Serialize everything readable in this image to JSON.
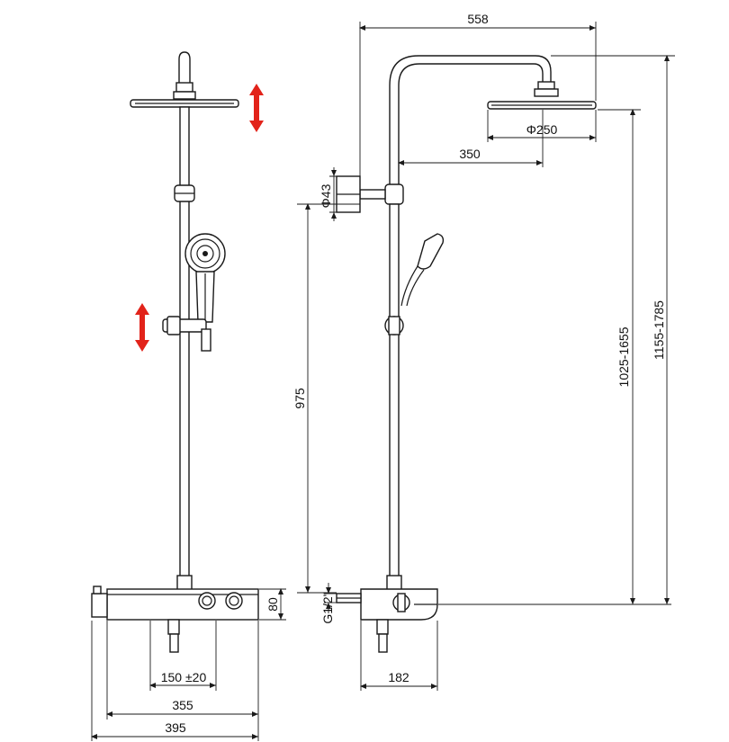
{
  "dimensions": {
    "width_total": "558",
    "arm_projection": "350",
    "head_diameter": "Φ250",
    "wall_connector_diameter": "Φ43",
    "slide_height": "975",
    "outlet_height_range": "1025-1655",
    "total_height_range": "1155-1785",
    "valve_height": "80",
    "inlet_thread": "G1/2\"",
    "inlet_spacing": "150 ±20",
    "valve_width": "355",
    "overall_width": "395",
    "valve_depth": "182"
  },
  "colors": {
    "line": "#1a1a1a",
    "adjust_arrow": "#e2231a"
  },
  "icons": {
    "height_adjust_head": "double-arrow-vertical",
    "height_adjust_slider": "double-arrow-vertical"
  }
}
